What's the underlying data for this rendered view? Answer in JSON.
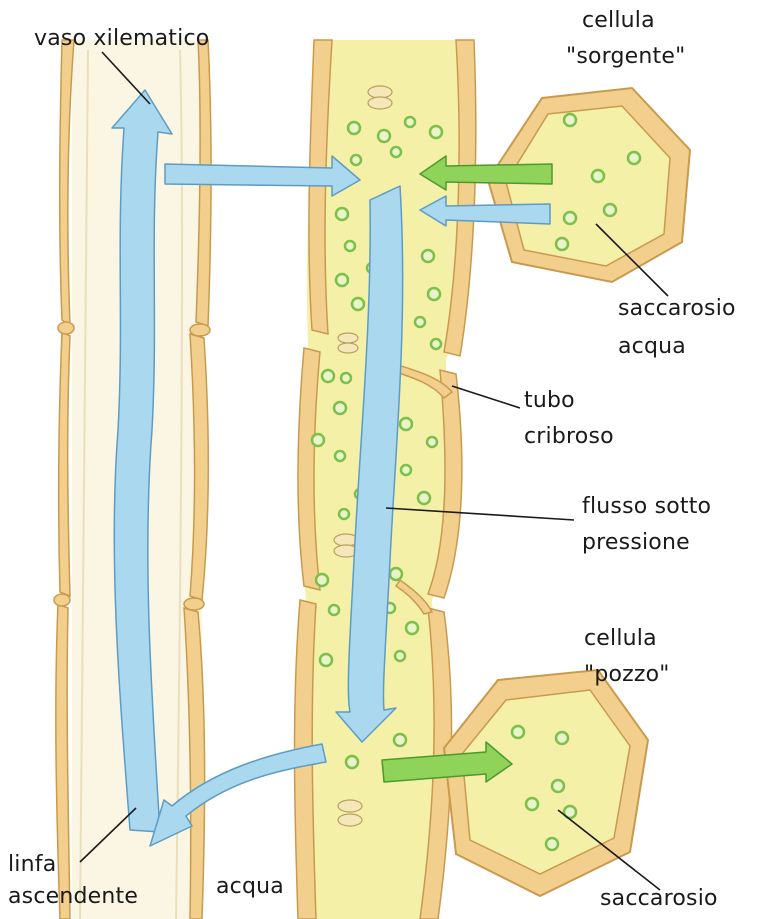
{
  "labels": {
    "xylem_vessel": "vaso xilematico",
    "source_cell_line1": "cellula",
    "source_cell_line2": "\"sorgente\"",
    "source_contents_line1": "saccarosio",
    "source_contents_line2": "acqua",
    "sieve_tube_line1": "tubo",
    "sieve_tube_line2": "cribroso",
    "pressure_flow_line1": "flusso sotto",
    "pressure_flow_line2": "pressione",
    "sink_cell_line1": "cellula",
    "sink_cell_line2": "\"pozzo\"",
    "ascending_sap_line1": "linfa",
    "ascending_sap_line2": "ascendente",
    "water": "acqua",
    "sink_contents": "saccarosio"
  },
  "colors": {
    "cell_wall": "#f2cf8c",
    "cell_wall_outline": "#c99a4e",
    "sieve_tube_fill": "#f4f0a8",
    "xylem_fill": "#fbf6e3",
    "granule": "#7cbf4a",
    "water_arrow": "#a9d8ef",
    "water_arrow_outline": "#5d9cc4",
    "sucrose_arrow": "#8fd35a",
    "sucrose_arrow_outline": "#4d9a2c",
    "label_text": "#1a1a1a"
  }
}
